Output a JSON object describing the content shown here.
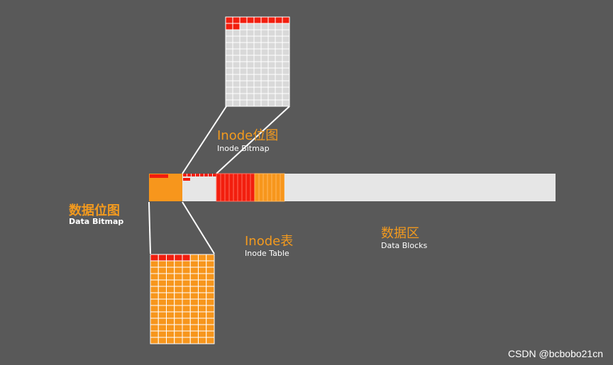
{
  "colors": {
    "background": "#595959",
    "used": "#f21e0e",
    "data_bitmap": "#f7961c",
    "inode_bitmap": "#d9d9d9",
    "data_blocks": "#e6e6e6",
    "label": "#f39a1e",
    "connector": "#ffffff"
  },
  "labels": {
    "inode_bitmap": {
      "cn": "Inode位图",
      "en": "Inode Bitmap"
    },
    "data_bitmap": {
      "cn": "数据位图",
      "en": "Data Bitmap"
    },
    "inode_table": {
      "cn": "Inode表",
      "en": "Inode Table"
    },
    "data_blocks": {
      "cn": "数据区",
      "en": "Data Blocks"
    }
  },
  "watermark": "CSDN @bcbobo21cn"
}
